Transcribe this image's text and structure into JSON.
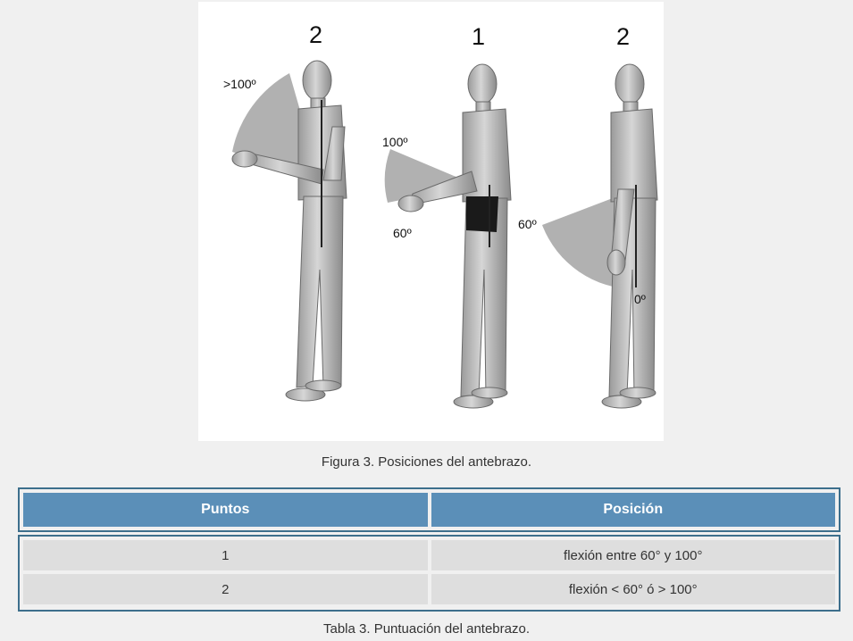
{
  "figure": {
    "labels": {
      "left_score": "2",
      "middle_score": "1",
      "right_score": "2",
      "left_angle": ">100º",
      "middle_angle_top": "100º",
      "middle_angle_bottom": "60º",
      "right_angle_top": "60º",
      "right_angle_bottom": "0º"
    },
    "caption": "Figura 3. Posiciones del antebrazo."
  },
  "table": {
    "headers": [
      "Puntos",
      "Posición"
    ],
    "rows": [
      [
        "1",
        "flexión entre 60° y 100°"
      ],
      [
        "2",
        "flexión < 60° ó > 100°"
      ]
    ],
    "caption": "Tabla 3. Puntuación del antebrazo."
  },
  "colors": {
    "header_bg": "#5b8fb8",
    "border": "#3d6f8c",
    "cell_bg": "#dedede",
    "page_bg": "#f0f0f0"
  }
}
